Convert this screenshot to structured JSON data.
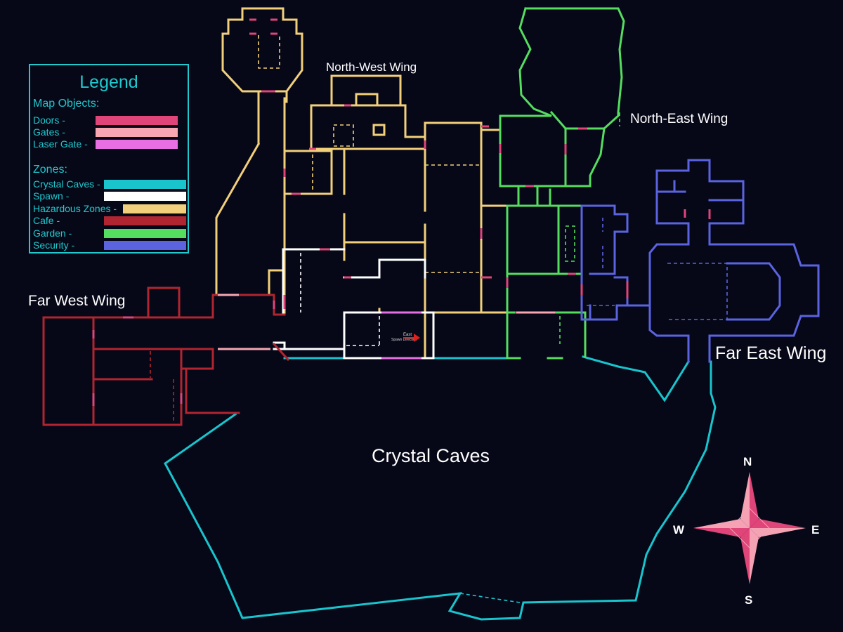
{
  "legend": {
    "title": "Legend",
    "objects_heading": "Map Objects:",
    "objects": [
      {
        "label": "Doors -",
        "color": "#e0457a"
      },
      {
        "label": "Gates -",
        "color": "#f7a6b2"
      },
      {
        "label": "Laser Gate -",
        "color": "#e86fe3"
      }
    ],
    "zones_heading": "Zones:",
    "zones": [
      {
        "label": "Crystal Caves -",
        "color": "#19c4cc"
      },
      {
        "label": "Spawn -",
        "color": "#ffffff"
      },
      {
        "label": "Hazardous Zones -",
        "color": "#f2cf7a"
      },
      {
        "label": "Cafe -",
        "color": "#b0252f"
      },
      {
        "label": "Garden -",
        "color": "#55dd5f"
      },
      {
        "label": "Security -",
        "color": "#5b63df"
      }
    ]
  },
  "areas": {
    "north_west_wing": "North-West Wing",
    "north_east_wing": "North-East Wing",
    "far_west_wing": "Far West Wing",
    "far_east_wing": "Far East Wing",
    "crystal_caves": "Crystal Caves"
  },
  "spawn_marker": {
    "line1": "East",
    "line2": "Spawn Direction",
    "color": "#e0201c"
  },
  "compass": {
    "north": "N",
    "south": "S",
    "east": "E",
    "west": "W",
    "colors": {
      "dark": "#e0457a",
      "light": "#f4a2b4"
    }
  }
}
